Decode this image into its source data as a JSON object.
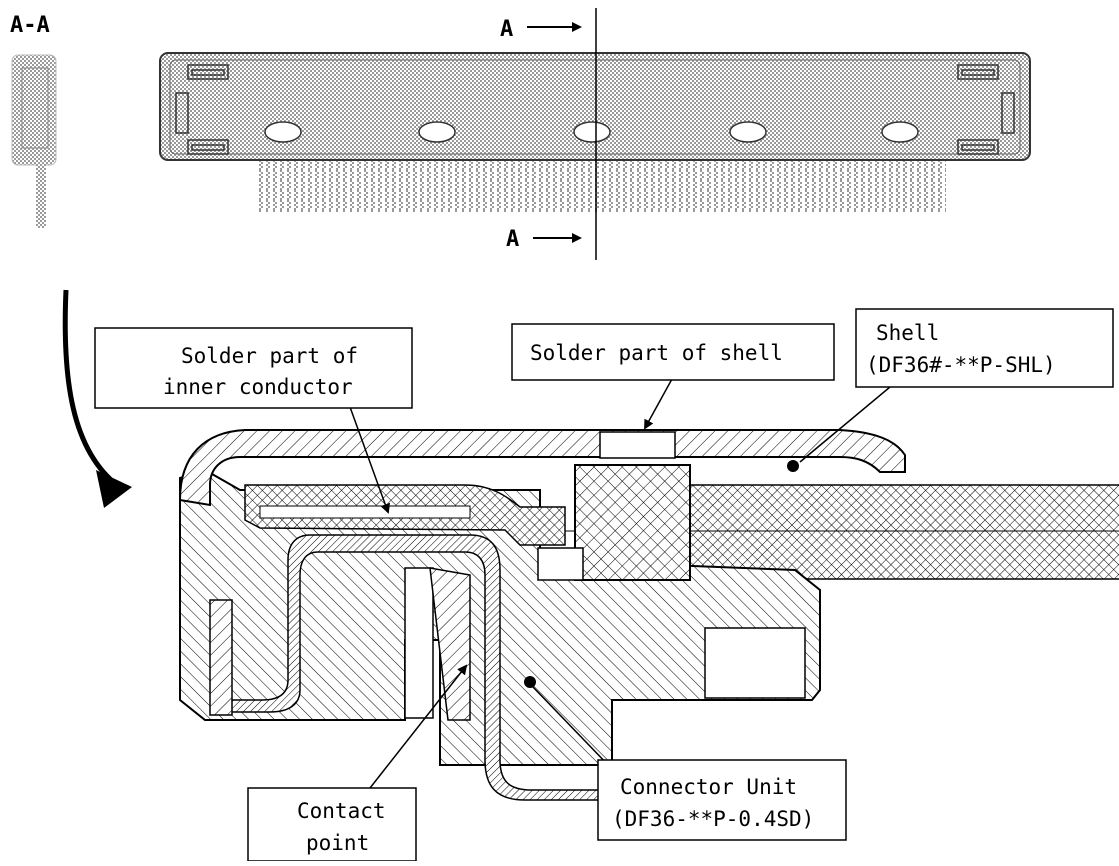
{
  "section_title": "A-A",
  "section_marks": {
    "top": "A",
    "bottom": "A"
  },
  "callouts": {
    "solder_inner": [
      "Solder part of",
      "inner conductor"
    ],
    "solder_shell": "Solder part of shell",
    "shell": [
      "Shell",
      "(DF36#-**P-SHL)"
    ],
    "contact_point": [
      "Contact",
      "point"
    ],
    "connector_unit": [
      "Connector Unit",
      "(DF36-**P-0.4SD)"
    ]
  }
}
